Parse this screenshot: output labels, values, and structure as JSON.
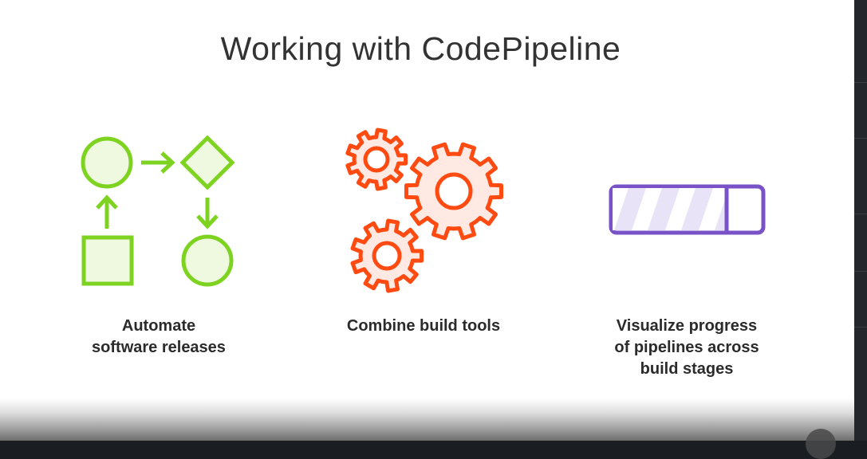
{
  "slide": {
    "title": "Working with CodePipeline",
    "features": [
      {
        "icon": "workflow-diagram-icon",
        "color": "#7ed321",
        "caption_lines": [
          "Automate",
          "software releases"
        ]
      },
      {
        "icon": "gears-icon",
        "color": "#ff4a12",
        "caption_lines": [
          "Combine build tools"
        ]
      },
      {
        "icon": "progress-bar-icon",
        "color": "#7a52c7",
        "progress": 0.77,
        "caption_lines": [
          "Visualize progress",
          "of pipelines across",
          "build stages"
        ]
      }
    ]
  },
  "colors": {
    "green": "#7ed321",
    "green_fill": "#eef9e0",
    "orange": "#ff4a12",
    "orange_fill": "#ffe9e2",
    "purple": "#7a52c7",
    "purple_fill": "#e8e3f6"
  }
}
